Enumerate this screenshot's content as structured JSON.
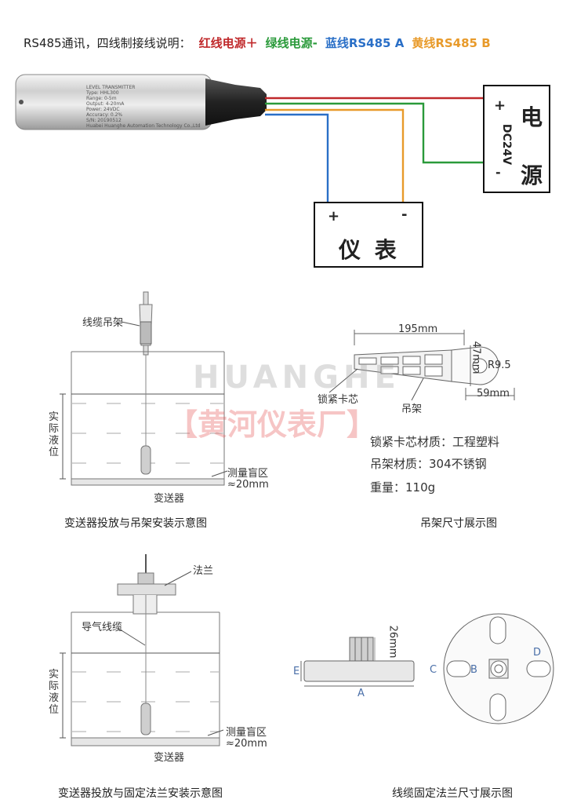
{
  "header": {
    "intro": "RS485通讯，四线制接线说明：",
    "red": "红线电源＋",
    "green": "绿线电源-",
    "blue": "蓝线RS485 A",
    "yellow": "黄线RS485 B"
  },
  "sensor": {
    "brand_text": "LEVEL TRANSMITTER",
    "lines": [
      "Type:   HHL300",
      "Range:  0-5m",
      "Output: 4-20mA",
      "Power:  24VDC",
      "Accuracy: 0.2%",
      "S/N:    20190512"
    ],
    "maker": "Huabei Huanghe Automation Technology Co.,Ltd"
  },
  "power_box": {
    "plus": "+",
    "voltage": "DC24V",
    "minus": "-",
    "title1": "电",
    "title2": "源"
  },
  "meter_box": {
    "plus": "+",
    "minus": "-",
    "title": "仪 表"
  },
  "watermark": {
    "line1": "HUANGHE",
    "line2": "【黄河仪表厂】"
  },
  "diagram1": {
    "hanger_label": "线缆吊架",
    "level_label": "实际液位",
    "blind_label": "测量盲区",
    "blind_value": "≈20mm",
    "transmitter_label": "变送器",
    "caption": "变送器投放与吊架安装示意图"
  },
  "diagram2": {
    "length": "195mm",
    "height": "47mm",
    "radius": "R9.5",
    "width": "59mm",
    "core_label": "锁紧卡芯",
    "hanger_label": "吊架",
    "spec1": "锁紧卡芯材质：工程塑料",
    "spec2": "吊架材质：304不锈钢",
    "spec3": "重量：110g",
    "caption": "吊架尺寸展示图"
  },
  "diagram3": {
    "flange_label": "法兰",
    "cable_label": "导气线缆",
    "level_label": "实际液位",
    "blind_label": "测量盲区",
    "blind_value": "≈20mm",
    "transmitter_label": "变送器",
    "caption": "变送器投放与固定法兰安装示意图"
  },
  "diagram4": {
    "height": "26mm",
    "e": "E",
    "a": "A",
    "c": "C",
    "b": "B",
    "d": "D",
    "caption": "线缆固定法兰尺寸展示图"
  }
}
